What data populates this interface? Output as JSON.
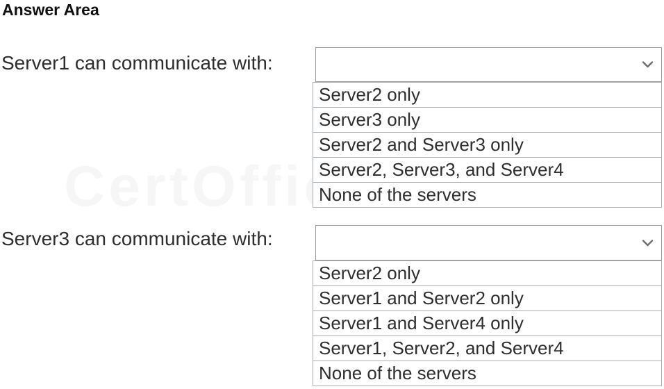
{
  "title": "Answer Area",
  "watermark": "CertOfficial",
  "colors": {
    "select_border": "#96989b",
    "row_border": "#a9adb0",
    "text": "#2e2e2e",
    "title_text": "#111111",
    "chevron": "#6b6e70"
  },
  "questions": [
    {
      "label": "Server1 can communicate with:",
      "selected_value": "",
      "options": [
        "Server2 only",
        "Server3 only",
        "Server2 and Server3 only",
        "Server2, Server3, and Server4",
        "None of the servers"
      ]
    },
    {
      "label": "Server3 can communicate with:",
      "selected_value": "",
      "options": [
        "Server2 only",
        "Server1 and Server2 only",
        "Server1 and Server4 only",
        "Server1, Server2, and Server4",
        "None of the servers"
      ]
    }
  ]
}
